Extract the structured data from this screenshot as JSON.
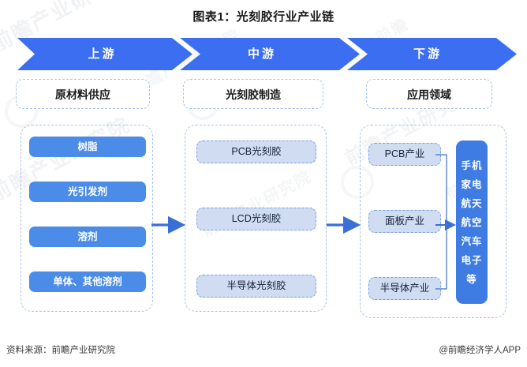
{
  "title": "图表1：光刻胶行业产业链",
  "colors": {
    "band_blue": "#3b6ef0",
    "solid_item_blue": "#4a8ce8",
    "soft_item_fill": "#cfdcf2",
    "soft_item_border": "#7aa2dd",
    "dashed_border": "#a9c2ea",
    "arrow_blue": "#3a6fd8",
    "tall_box_blue": "#3e7ce4",
    "background": "#ffffff"
  },
  "band": {
    "segments": [
      {
        "label": "上游"
      },
      {
        "label": "中游"
      },
      {
        "label": "下游"
      }
    ]
  },
  "columns": [
    {
      "key": "upstream",
      "header": "原材料供应",
      "style": "solid",
      "items": [
        {
          "label": "树脂"
        },
        {
          "label": "光引发剂"
        },
        {
          "label": "溶剂"
        },
        {
          "label": "单体、其他溶剂"
        }
      ]
    },
    {
      "key": "midstream",
      "header": "光刻胶制造",
      "style": "soft",
      "items": [
        {
          "label": "PCB光刻胶"
        },
        {
          "label": "LCD光刻胶"
        },
        {
          "label": "半导体光刻胶"
        }
      ]
    },
    {
      "key": "downstream",
      "header": "应用领域",
      "style": "soft",
      "items": [
        {
          "label": "PCB产业"
        },
        {
          "label": "面板产业"
        },
        {
          "label": "半导体产业"
        }
      ]
    }
  ],
  "application_box": {
    "lines": [
      "手机",
      "家电",
      "航天",
      "航空",
      "汽车",
      "电子",
      "等"
    ]
  },
  "watermarks": {
    "text": "前瞻产业研究院",
    "short": "前瞻"
  },
  "footer": {
    "source": "资料来源：前瞻产业研究院",
    "account": "@前瞻经济学人APP"
  }
}
